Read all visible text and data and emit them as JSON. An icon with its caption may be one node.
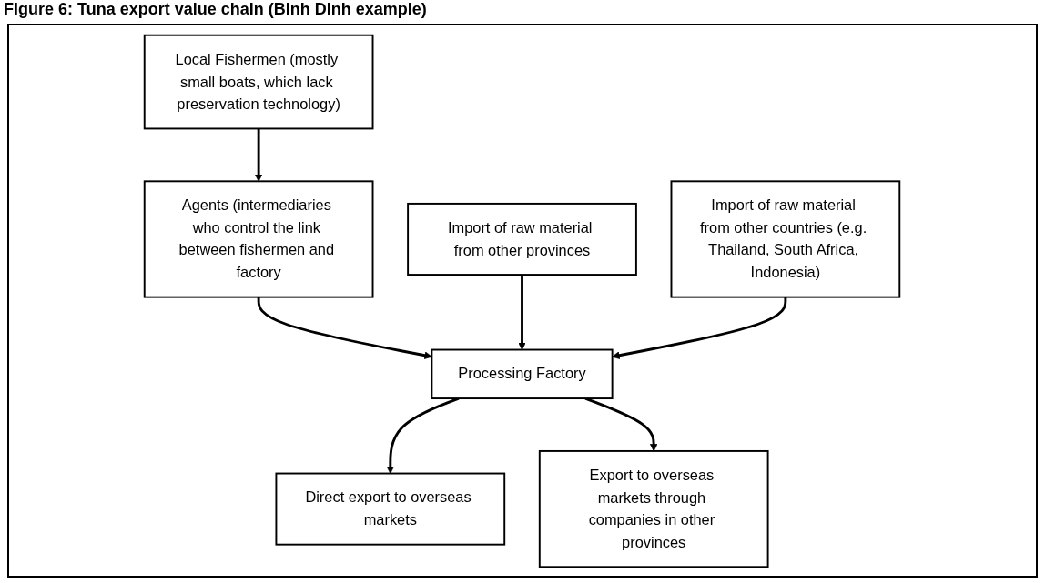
{
  "diagram": {
    "title": "Figure 6: Tuna export value chain (Binh Dinh example)",
    "nodes": [
      {
        "text": [
          "Local Fishermen (mostly small boats, which lack preservation technology)"
        ]
      },
      {
        "text": [
          "Agents (intermediaries who control the link between fishermen and factory"
        ]
      },
      {
        "text": [
          "Import of raw material from other provinces"
        ]
      },
      {
        "text": [
          "Processing Factory"
        ]
      },
      {
        "text": [
          "Import of raw material from other countries (e.g. Thailand, South Africa, Indonesia)"
        ]
      },
      {
        "text": [
          "Direct export to overseas markets"
        ]
      },
      {
        "text": [
          "Export to overseas markets through companies in other provinces"
        ]
      }
    ],
    "edges": [
      {
        "from": 0,
        "to": 1,
        "arrow": "to"
      },
      {
        "from": 1,
        "to": 3,
        "arrow": "to"
      },
      {
        "from": 2,
        "to": 3,
        "arrow": "to"
      },
      {
        "from": 4,
        "to": 3,
        "arrow": "to"
      },
      {
        "from": 3,
        "to": 5,
        "arrow": "to"
      },
      {
        "from": 3,
        "to": 6,
        "arrow": "to"
      }
    ]
  }
}
